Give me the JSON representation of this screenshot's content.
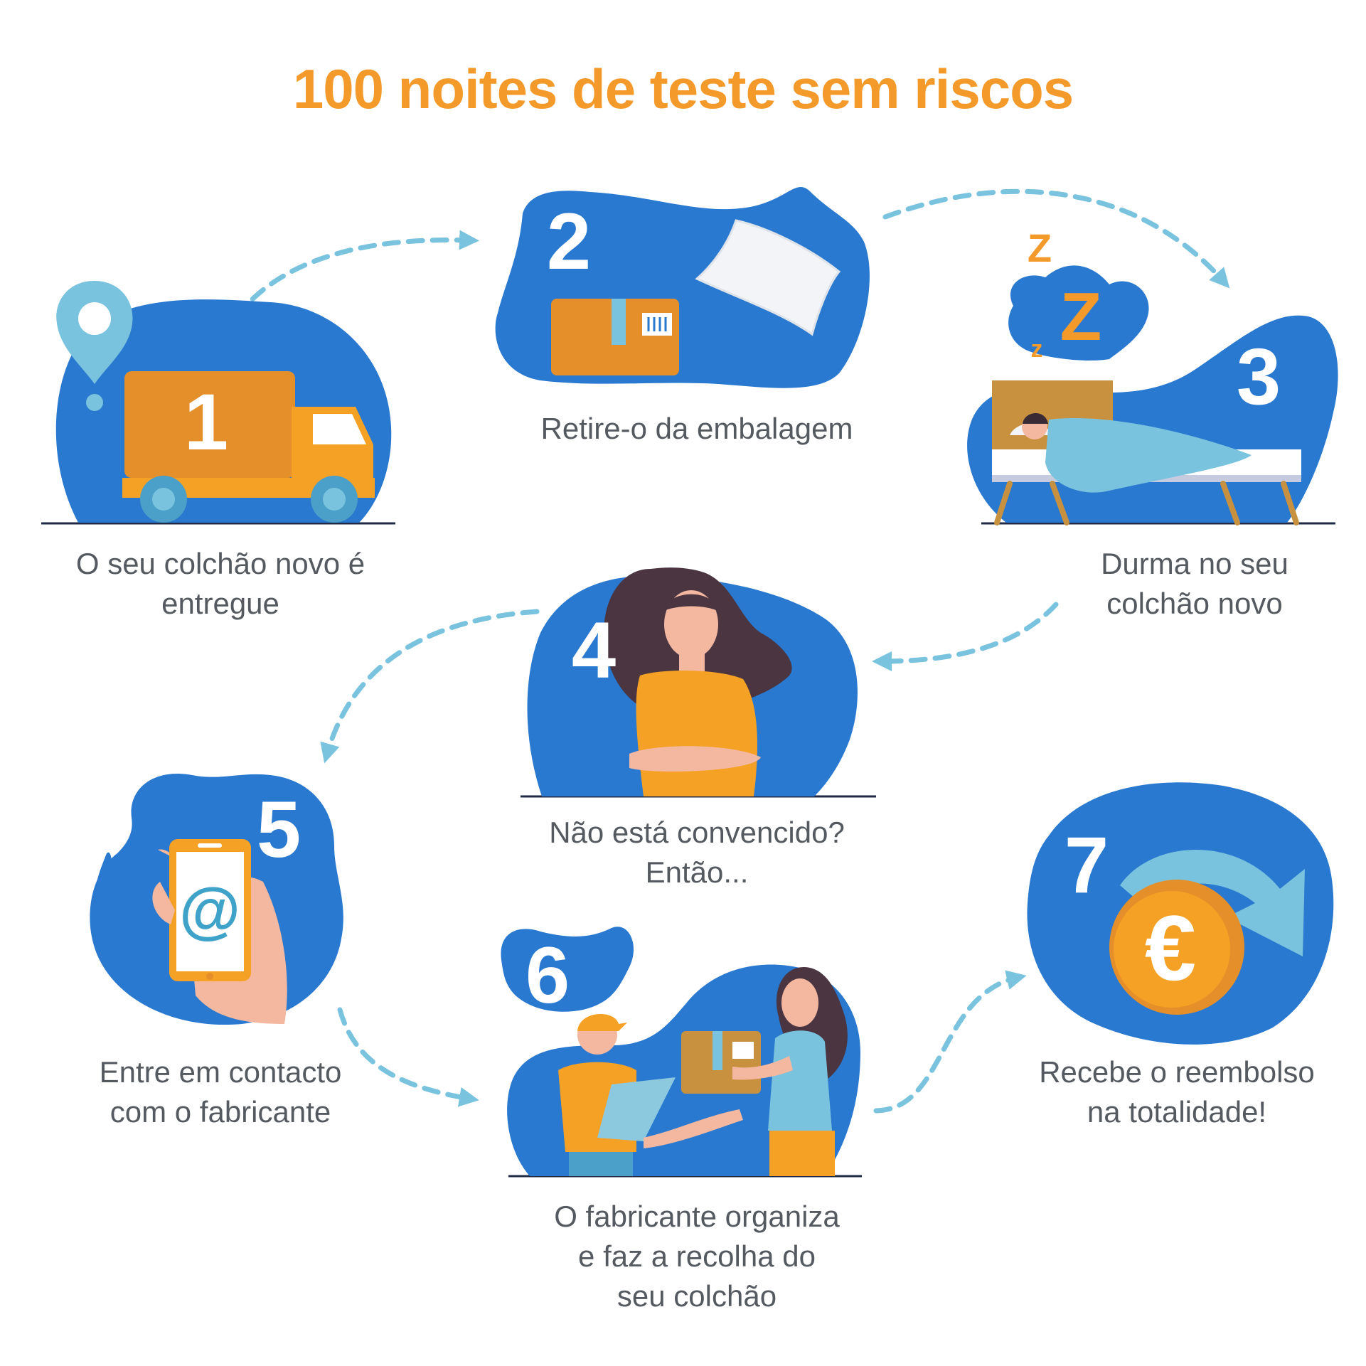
{
  "title": "100 noites de teste sem riscos",
  "colors": {
    "title": "#f39a2b",
    "blob": "#2979d0",
    "arrow": "#79c3df",
    "orange": "#f5a125",
    "text": "#555a60"
  },
  "steps": [
    {
      "number": "1",
      "icon": "delivery-truck-icon",
      "caption": [
        "O seu colchão novo é",
        "entregue"
      ]
    },
    {
      "number": "2",
      "icon": "package-pillow-icon",
      "caption": [
        "Retire-o da embalagem"
      ]
    },
    {
      "number": "3",
      "icon": "sleeping-in-bed-icon",
      "caption": [
        "Durma no seu",
        "colchão novo"
      ]
    },
    {
      "number": "4",
      "icon": "unconvinced-woman-icon",
      "caption": [
        "Não está convencido?",
        "Então..."
      ]
    },
    {
      "number": "5",
      "icon": "phone-email-icon",
      "caption": [
        "Entre em contacto",
        "com o fabricante"
      ]
    },
    {
      "number": "6",
      "icon": "courier-pickup-icon",
      "caption": [
        "O fabricante organiza",
        "e faz a recolha do",
        "seu colchão"
      ]
    },
    {
      "number": "7",
      "icon": "euro-refund-icon",
      "caption": [
        "Recebe o reembolso",
        "na totalidade!"
      ]
    }
  ],
  "icons": {
    "email_symbol": "@",
    "currency_symbol": "€",
    "sleep_letters": [
      "Z",
      "Z",
      "z",
      "z"
    ]
  }
}
